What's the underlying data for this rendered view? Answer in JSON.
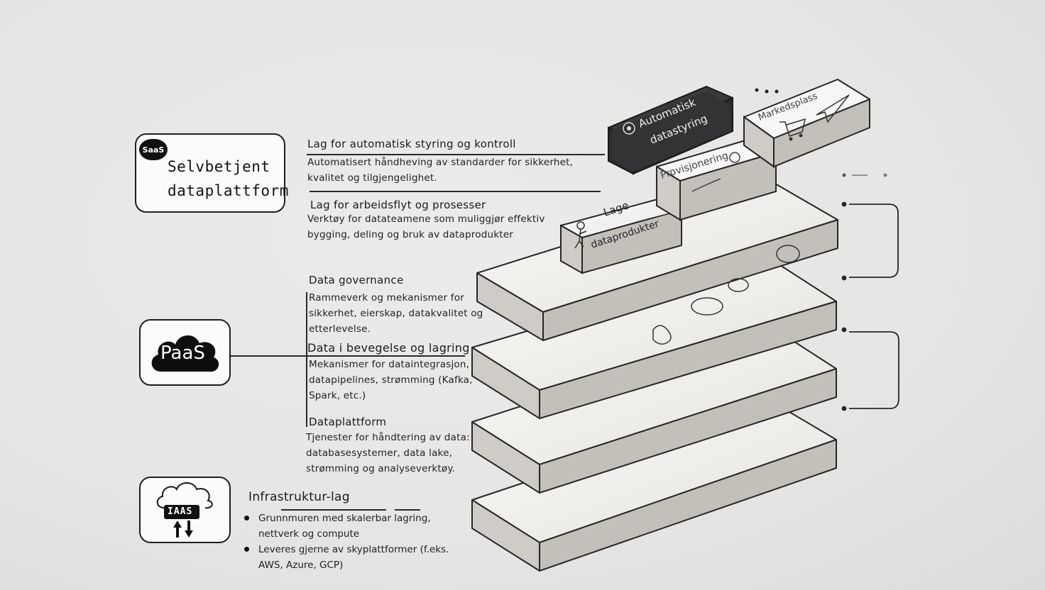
{
  "saas": {
    "badge": "SaaS",
    "title_line1": "Selvbetjent",
    "title_line2": "dataplattform"
  },
  "paas": {
    "label": "PaaS"
  },
  "iaas": {
    "label": "IAAS"
  },
  "layers": {
    "automation": {
      "heading": "Lag for automatisk styring og kontroll",
      "desc_line1": "Automatisert håndheving av standarder for sikkerhet,",
      "desc_line2": "kvalitet og tilgjengelighet."
    },
    "workflow": {
      "heading": "Lag for arbeidsflyt og prosesser",
      "desc_line1": "Verktøy for datateamene som muliggjør effektiv",
      "desc_line2": "bygging, deling og bruk av dataprodukter"
    },
    "governance": {
      "heading": "Data governance",
      "desc_line1": "Rammeverk og mekanismer for",
      "desc_line2": "sikkerhet, eierskap, datakvalitet og",
      "desc_line3": "etterlevelse."
    },
    "movement": {
      "heading": "Data i bevegelse og lagring",
      "desc_line1": "Mekanismer for dataintegrasjon,",
      "desc_line2": "datapipelines, strømming (Kafka,",
      "desc_line3": "Spark, etc.)"
    },
    "platform": {
      "heading": "Dataplattform",
      "desc_line1": "Tjenester for håndtering av data:",
      "desc_line2": "databasesystemer, data lake,",
      "desc_line3": "strømming og analyseverktøy."
    },
    "infrastructure": {
      "heading": "Infrastruktur-lag",
      "bullets": [
        "Grunnmuren med skalerbar lagring,",
        "nettverk og compute",
        "Leveres gjerne av skyplattformer (f.eks.",
        "AWS, Azure, GCP)"
      ]
    }
  },
  "modules": {
    "automatic": {
      "line1": "Automatisk",
      "line2": "datastyring"
    },
    "marketplace": {
      "label": "Markedsplass"
    },
    "provisioning": {
      "label": "Provisjonering"
    },
    "create": {
      "line1": "Lage",
      "line2": "dataprodukter"
    }
  },
  "icons": [
    "saas-cloud-icon",
    "paas-cloud-icon",
    "iaas-cloud-icon",
    "arrows-updown-icon",
    "shopping-cart-icon",
    "paper-plane-icon",
    "gear-hand-icon",
    "worker-icon"
  ],
  "colors": {
    "slab_top": "#f4f3f1",
    "slab_side": "#c9c6c1",
    "dark_module": "#333336",
    "outline": "#262626"
  }
}
